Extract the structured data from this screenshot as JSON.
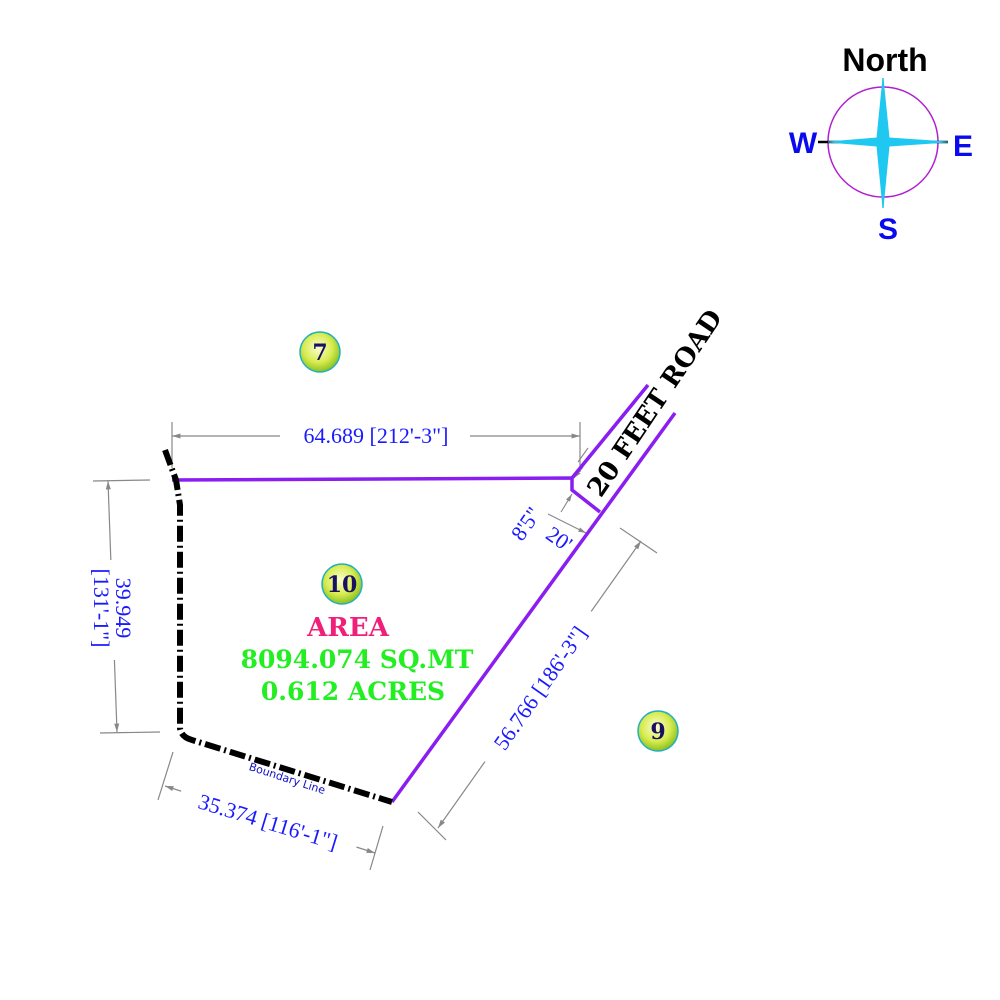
{
  "compass": {
    "north": "North",
    "west": "W",
    "east": "E",
    "south": "S"
  },
  "lots": {
    "top": "7",
    "center": "10",
    "right": "9"
  },
  "area": {
    "label": "AREA",
    "sq_mt": "8094.074 SQ.MT",
    "acres": "0.612 ACRES"
  },
  "road": {
    "label": "20 FEET ROAD"
  },
  "dimensions": {
    "top": "64.689 [212'-3\"]",
    "left_metric": "39.949",
    "left_imperial": "[131'-1\"]",
    "bottom": "35.374 [116'-1\"]",
    "diagonal": "56.766 [186'-3\"]",
    "corner_small": "8'5\"",
    "road_width": "20'"
  },
  "boundary_label": "Boundary Line",
  "colors": {
    "boundary_purple": "#8a1ef0",
    "dim_text": "#1a1aff",
    "area_label": "#f0207a",
    "area_values": "#22ee22",
    "compass_star": "#1ec8f0",
    "compass_ring": "#b020d0"
  }
}
